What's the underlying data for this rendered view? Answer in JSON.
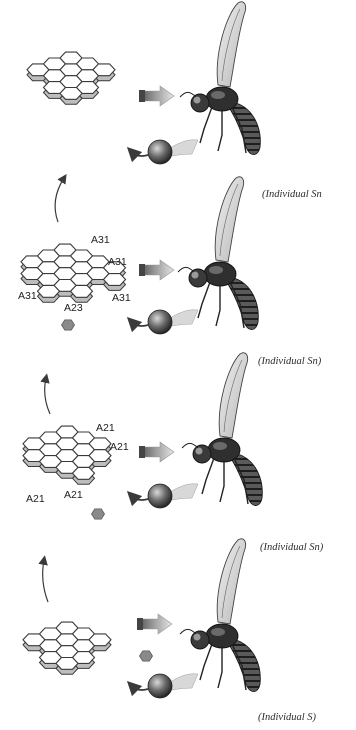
{
  "captions": {
    "stage4": "(Individual Sn",
    "stage3": "(Individual Sn)",
    "stage2": "(Individual Sn)",
    "stage1": "(Individual S)"
  },
  "labels": {
    "stage3": [
      "A31",
      "A31",
      "A31",
      "A31",
      "A23"
    ],
    "stage2": [
      "A21",
      "A21",
      "A21",
      "A21"
    ]
  },
  "colors": {
    "line": "#3a3a3a",
    "site": "#8a8a8a",
    "wasp": "#2f2f2f"
  }
}
